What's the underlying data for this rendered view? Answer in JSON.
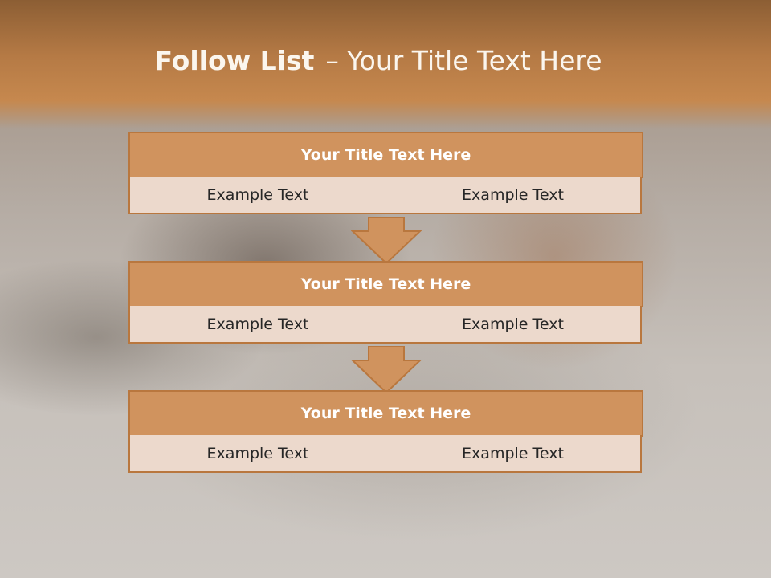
{
  "slide": {
    "title_bold": "Follow List",
    "title_sep": "–",
    "title_rest": "Your Title Text Here"
  },
  "steps": [
    {
      "title": "Your Title Text Here",
      "left": "Example Text",
      "right": "Example Text"
    },
    {
      "title": "Your Title Text Here",
      "left": "Example Text",
      "right": "Example Text"
    },
    {
      "title": "Your Title Text Here",
      "left": "Example Text",
      "right": "Example Text"
    }
  ],
  "colors": {
    "header": "#c6884e",
    "block_title": "#d0935e",
    "block_border": "#b9773e",
    "cell": "#ecd9cc",
    "arrow": "#d0935e"
  }
}
